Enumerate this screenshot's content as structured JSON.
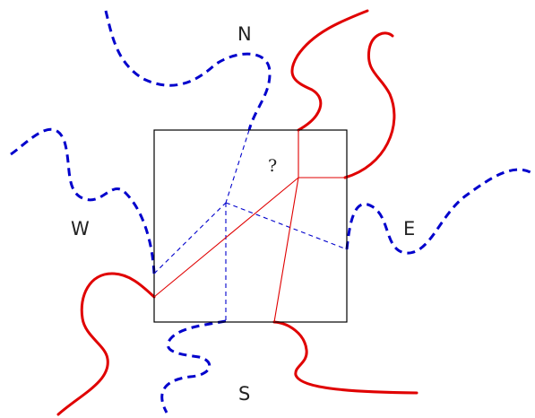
{
  "labels": {
    "north": "N",
    "south": "S",
    "east": "E",
    "west": "W",
    "unknown": "?"
  },
  "colors": {
    "red_curve": "#e00000",
    "blue_curve": "#0000cc",
    "box": "#000000",
    "red_line": "#e00000",
    "blue_line": "#0000cc"
  }
}
